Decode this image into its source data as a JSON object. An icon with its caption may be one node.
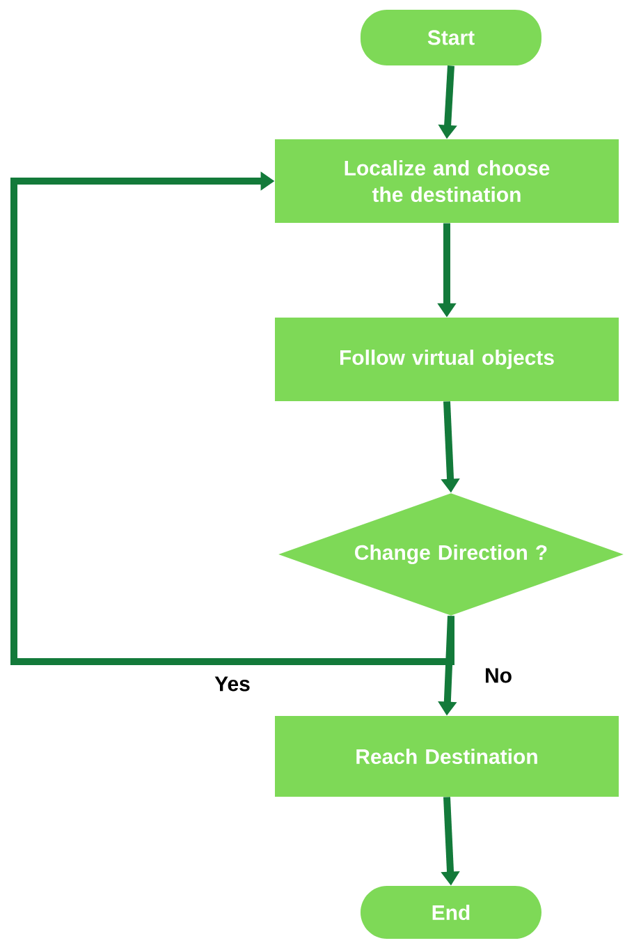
{
  "diagram": {
    "nodes": [
      {
        "text": [
          "Start"
        ]
      },
      {
        "text": [
          "Localize and choose the destination"
        ]
      },
      {
        "text": [
          "Follow virtual objects"
        ]
      },
      {
        "text": [
          "Change Direction ?"
        ]
      },
      {
        "text": [
          "Reach Destination"
        ]
      },
      {
        "text": [
          "End"
        ]
      }
    ],
    "edges": [
      {
        "from": 0,
        "to": 1,
        "arrow": "to"
      },
      {
        "from": 1,
        "to": 2,
        "arrow": "to"
      },
      {
        "from": 2,
        "to": 3,
        "arrow": "to"
      },
      {
        "from": 3,
        "to": 4,
        "arrow": "to",
        "label": "No"
      },
      {
        "from": 3,
        "to": 1,
        "arrow": "to",
        "label": "Yes"
      },
      {
        "from": 4,
        "to": 5,
        "arrow": "to"
      }
    ]
  }
}
